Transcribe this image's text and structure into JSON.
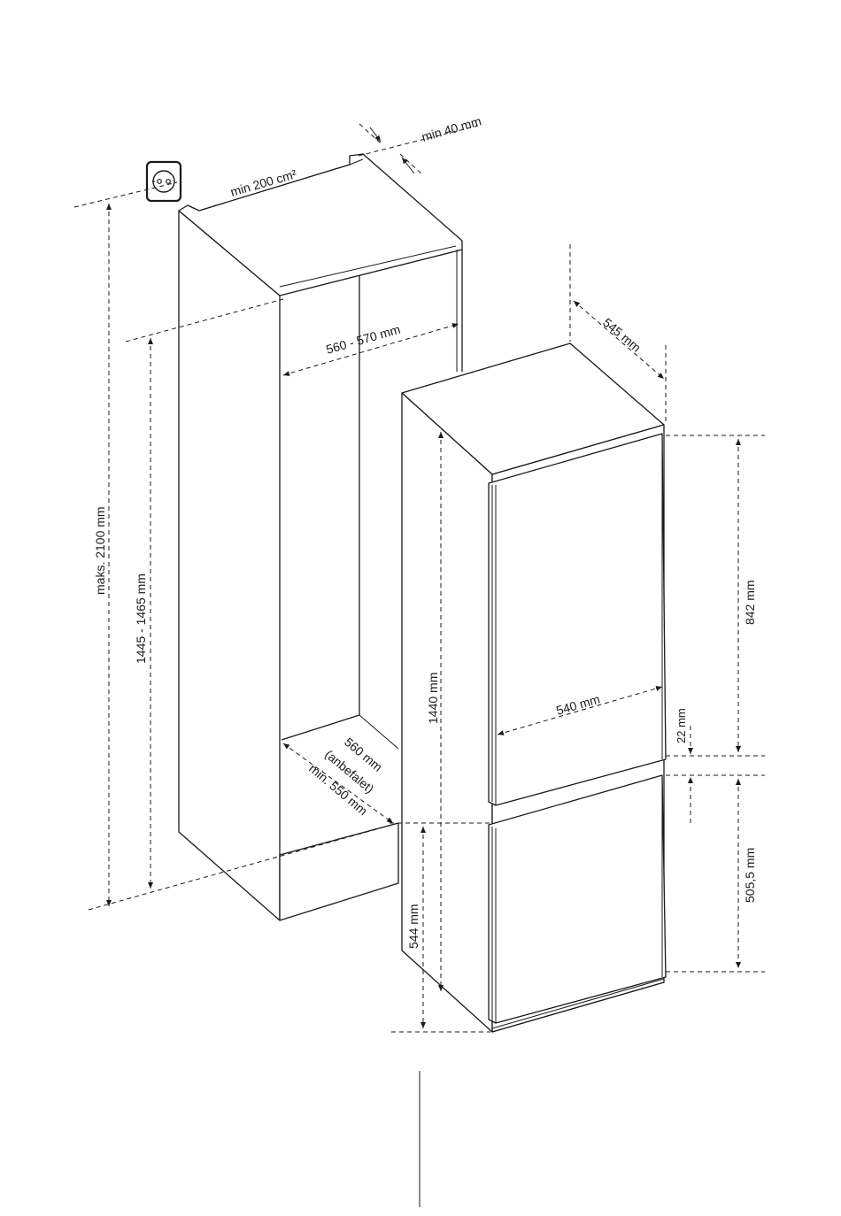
{
  "dimensions": {
    "vent_area": "min 200 cm²",
    "rear_gap": "min 40 mm",
    "max_height": "maks. 2100 mm",
    "niche_height": "1445 - 1465 mm",
    "niche_width": "560 - 570 mm",
    "niche_depth_line1": "560 mm",
    "niche_depth_line2": "(anbefalet)",
    "niche_depth_line3": "min. 550 mm",
    "appliance_depth": "545 mm",
    "appliance_height": "1440 mm",
    "appliance_width": "540 mm",
    "upper_door_height": "842 mm",
    "door_gap": "22 mm",
    "lower_door_height": "505,5 mm",
    "base_height": "544 mm"
  },
  "icons": {
    "socket": "power-socket-icon"
  }
}
